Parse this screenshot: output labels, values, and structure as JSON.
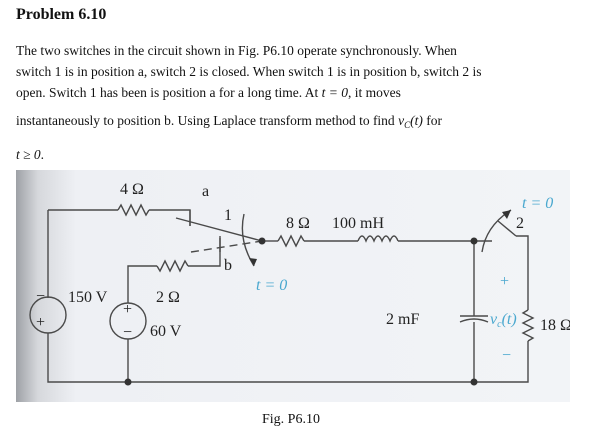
{
  "problem": {
    "title": "Problem 6.10",
    "text_line1": "The two switches in the circuit shown in Fig. P6.10 operate synchronously. When",
    "text_line2": "switch 1 is in position a, switch 2 is closed. When switch 1 is in position b, switch 2 is",
    "text_line3_pre": "open. Switch 1 has been is position a for a long time. At ",
    "text_line3_math": "t = 0",
    "text_line3_post": ", it moves",
    "text_line4_pre": "instantaneously to position b. Using Laplace transform method to find ",
    "text_line4_math_v": "v",
    "text_line4_math_sub": "C",
    "text_line4_math_arg": "(t)",
    "text_line4_post": " for",
    "text_line5_math": "t ≥ 0",
    "text_line5_post": "."
  },
  "figure": {
    "caption": "Fig. P6.10",
    "components": {
      "r1": "4 Ω",
      "r2": "2 Ω",
      "r3": "8 Ω",
      "inductor": "100 mH",
      "capacitor": "2 mF",
      "r4": "18 Ω",
      "source1": "150 V",
      "source2": "60 V"
    },
    "labels": {
      "pos_a": "a",
      "pos_b": "b",
      "switch1": "1",
      "switch2": "2",
      "t0_switch1": "t = 0",
      "t0_switch2": "t = 0",
      "vc_v": "v",
      "vc_sub": "c",
      "vc_arg": "(t)",
      "plus": "+",
      "minus": "−",
      "src_plus": "+",
      "src_minus": "−"
    },
    "colors": {
      "wire": "#4a4a4a",
      "accent_label": "#4aa8cf"
    }
  }
}
